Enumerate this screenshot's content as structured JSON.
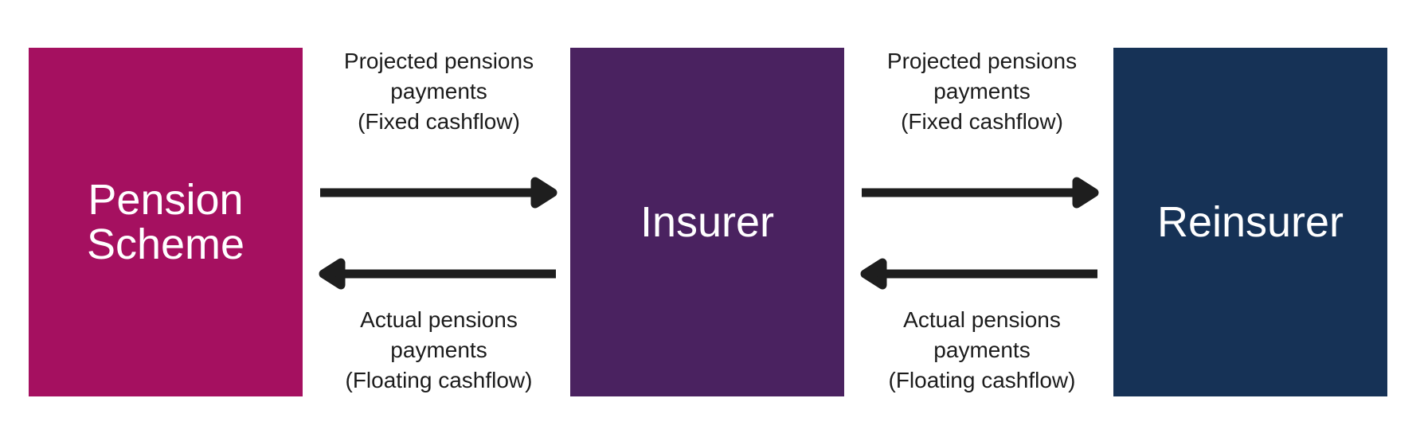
{
  "entities": [
    {
      "id": "pension",
      "label": "Pension\nScheme",
      "color": "#a51060"
    },
    {
      "id": "insurer",
      "label": "Insurer",
      "color": "#4a2260"
    },
    {
      "id": "reinsurer",
      "label": "Reinsurer",
      "color": "#163256"
    }
  ],
  "flows": {
    "pension_to_insurer": {
      "lines": [
        "Projected pensions",
        "payments",
        "(Fixed cashflow)"
      ]
    },
    "insurer_to_pension": {
      "lines": [
        "Actual pensions",
        "payments",
        "(Floating cashflow)"
      ]
    },
    "insurer_to_reinsurer": {
      "lines": [
        "Projected pensions",
        "payments",
        "(Fixed cashflow)"
      ]
    },
    "reinsurer_to_insurer": {
      "lines": [
        "Actual pensions",
        "payments",
        "(Floating cashflow)"
      ]
    }
  }
}
